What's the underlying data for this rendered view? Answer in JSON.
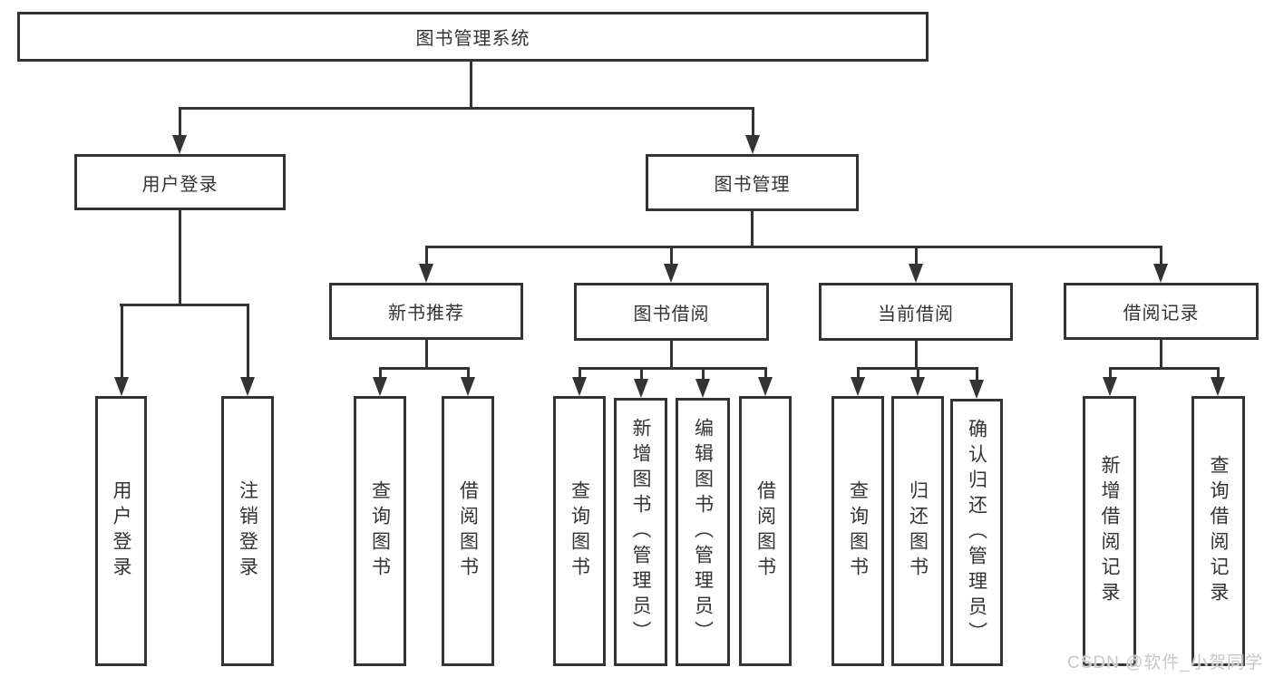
{
  "diagram": {
    "title": "图书管理系统",
    "nodes": [
      {
        "id": "root",
        "label": "图书管理系统",
        "parent": null
      },
      {
        "id": "user-login",
        "label": "用户登录",
        "parent": "root"
      },
      {
        "id": "book-management",
        "label": "图书管理",
        "parent": "root"
      },
      {
        "id": "login-leaf",
        "label": "用户登录",
        "parent": "user-login"
      },
      {
        "id": "logout-leaf",
        "label": "注销登录",
        "parent": "user-login"
      },
      {
        "id": "new-book-recommend",
        "label": "新书推荐",
        "parent": "book-management"
      },
      {
        "id": "book-borrow",
        "label": "图书借阅",
        "parent": "book-management"
      },
      {
        "id": "current-borrow",
        "label": "当前借阅",
        "parent": "book-management"
      },
      {
        "id": "borrow-record",
        "label": "借阅记录",
        "parent": "book-management"
      },
      {
        "id": "nbr-query-book",
        "label": "查询图书",
        "parent": "new-book-recommend"
      },
      {
        "id": "nbr-borrow-book",
        "label": "借阅图书",
        "parent": "new-book-recommend"
      },
      {
        "id": "bb-query-book",
        "label": "查询图书",
        "parent": "book-borrow"
      },
      {
        "id": "bb-add-book",
        "label": "新增图书（管理员）",
        "parent": "book-borrow"
      },
      {
        "id": "bb-edit-book",
        "label": "编辑图书（管理员）",
        "parent": "book-borrow"
      },
      {
        "id": "bb-borrow-book",
        "label": "借阅图书",
        "parent": "book-borrow"
      },
      {
        "id": "cb-query-book",
        "label": "查询图书",
        "parent": "current-borrow"
      },
      {
        "id": "cb-return-book",
        "label": "归还图书",
        "parent": "current-borrow"
      },
      {
        "id": "cb-confirm-return",
        "label": "确认归还（管理员）",
        "parent": "current-borrow"
      },
      {
        "id": "br-add-record",
        "label": "新增借阅记录",
        "parent": "borrow-record"
      },
      {
        "id": "br-query-record",
        "label": "查询借阅记录",
        "parent": "borrow-record"
      }
    ]
  },
  "watermark": {
    "text": "CSDN @软件_小贺同学"
  },
  "colors": {
    "line": "#333333",
    "text": "#333333",
    "box_background": "#ffffff",
    "background": "#ffffff",
    "watermark": "#c8c8c8"
  }
}
